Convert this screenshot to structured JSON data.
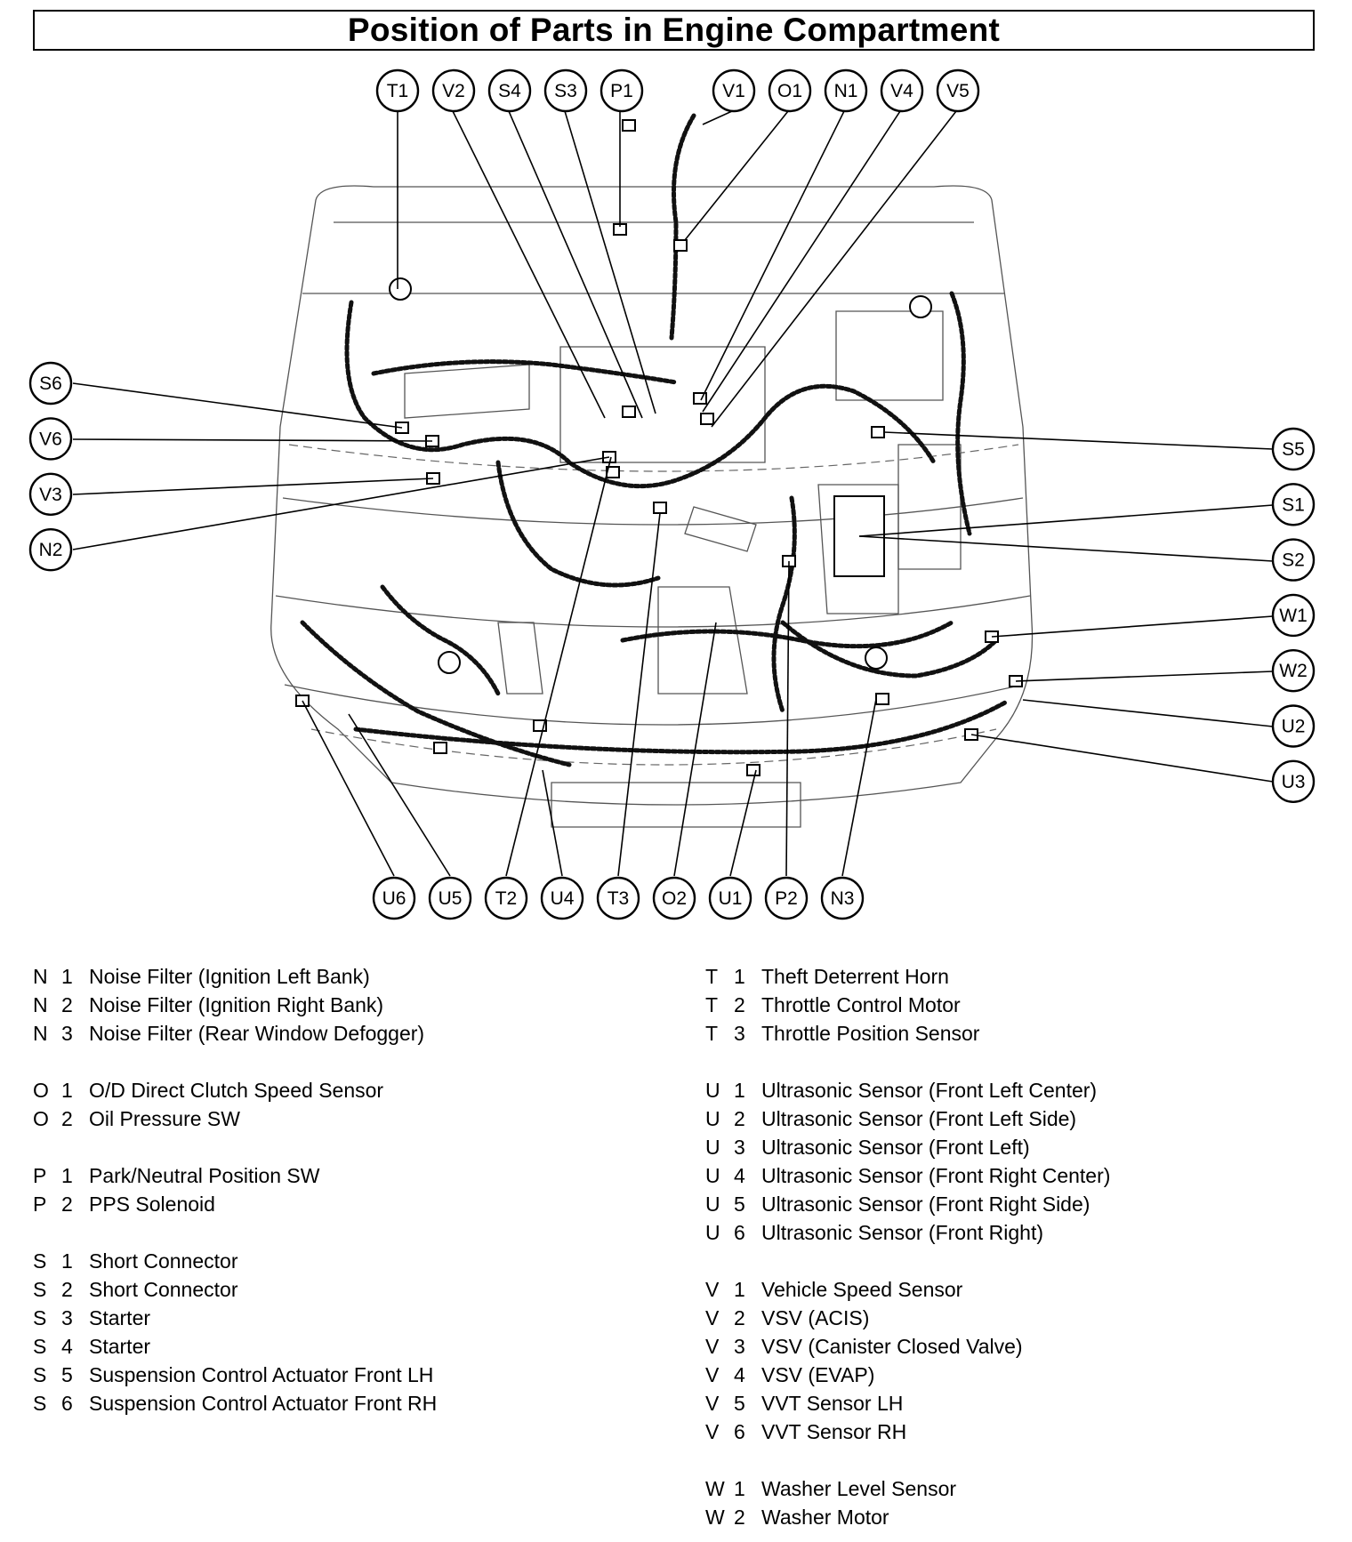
{
  "title": "Position of Parts in Engine Compartment",
  "callouts": {
    "top": [
      "T1",
      "V2",
      "S4",
      "S3",
      "P1",
      "V1",
      "O1",
      "N1",
      "V4",
      "V5"
    ],
    "left": [
      "S6",
      "V6",
      "V3",
      "N2"
    ],
    "right": [
      "S5",
      "S1",
      "S2",
      "W1",
      "W2",
      "U2",
      "U3"
    ],
    "bottom": [
      "U6",
      "U5",
      "T2",
      "U4",
      "T3",
      "O2",
      "U1",
      "P2",
      "N3"
    ]
  },
  "legend_left": [
    {
      "letter": "N",
      "num": "1",
      "name": "Noise Filter (Ignition Left Bank)"
    },
    {
      "letter": "N",
      "num": "2",
      "name": "Noise Filter (Ignition Right Bank)"
    },
    {
      "letter": "N",
      "num": "3",
      "name": "Noise Filter (Rear Window Defogger)"
    },
    {
      "gap": true
    },
    {
      "letter": "O",
      "num": "1",
      "name": "O/D Direct Clutch Speed Sensor"
    },
    {
      "letter": "O",
      "num": "2",
      "name": "Oil Pressure SW"
    },
    {
      "gap": true
    },
    {
      "letter": "P",
      "num": "1",
      "name": "Park/Neutral Position SW"
    },
    {
      "letter": "P",
      "num": "2",
      "name": "PPS Solenoid"
    },
    {
      "gap": true
    },
    {
      "letter": "S",
      "num": "1",
      "name": "Short Connector"
    },
    {
      "letter": "S",
      "num": "2",
      "name": "Short Connector"
    },
    {
      "letter": "S",
      "num": "3",
      "name": "Starter"
    },
    {
      "letter": "S",
      "num": "4",
      "name": "Starter"
    },
    {
      "letter": "S",
      "num": "5",
      "name": "Suspension Control Actuator Front LH"
    },
    {
      "letter": "S",
      "num": "6",
      "name": "Suspension Control Actuator Front RH"
    }
  ],
  "legend_right": [
    {
      "letter": "T",
      "num": "1",
      "name": "Theft Deterrent Horn"
    },
    {
      "letter": "T",
      "num": "2",
      "name": "Throttle Control Motor"
    },
    {
      "letter": "T",
      "num": "3",
      "name": "Throttle Position Sensor"
    },
    {
      "gap": true
    },
    {
      "letter": "U",
      "num": "1",
      "name": "Ultrasonic Sensor (Front Left Center)"
    },
    {
      "letter": "U",
      "num": "2",
      "name": "Ultrasonic Sensor (Front Left Side)"
    },
    {
      "letter": "U",
      "num": "3",
      "name": "Ultrasonic Sensor (Front Left)"
    },
    {
      "letter": "U",
      "num": "4",
      "name": "Ultrasonic Sensor (Front Right Center)"
    },
    {
      "letter": "U",
      "num": "5",
      "name": "Ultrasonic Sensor (Front Right Side)"
    },
    {
      "letter": "U",
      "num": "6",
      "name": "Ultrasonic Sensor (Front Right)"
    },
    {
      "gap": true
    },
    {
      "letter": "V",
      "num": "1",
      "name": "Vehicle Speed Sensor"
    },
    {
      "letter": "V",
      "num": "2",
      "name": "VSV (ACIS)"
    },
    {
      "letter": "V",
      "num": "3",
      "name": "VSV (Canister Closed Valve)"
    },
    {
      "letter": "V",
      "num": "4",
      "name": "VSV (EVAP)"
    },
    {
      "letter": "V",
      "num": "5",
      "name": "VVT Sensor LH"
    },
    {
      "letter": "V",
      "num": "6",
      "name": "VVT Sensor RH"
    },
    {
      "gap": true
    },
    {
      "letter": "W",
      "num": "1",
      "name": "Washer Level Sensor"
    },
    {
      "letter": "W",
      "num": "2",
      "name": "Washer Motor"
    }
  ]
}
